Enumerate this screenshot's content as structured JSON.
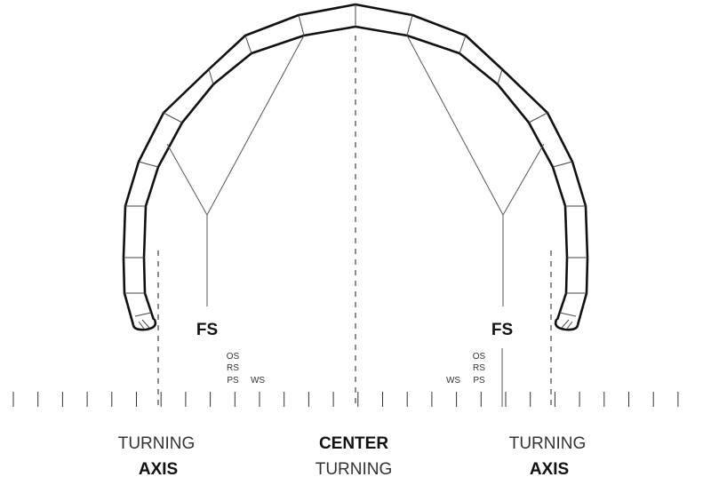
{
  "labels": {
    "fs_left": "FS",
    "fs_right": "FS",
    "left_pos": [
      "OS",
      "RS",
      "PS"
    ],
    "left_ws": "WS",
    "right_pos": [
      "OS",
      "RS",
      "PS"
    ],
    "right_ws": "WS",
    "turning_left_top": "TURNING",
    "turning_left_bottom": "AXIS",
    "center_top": "CENTER",
    "center_bottom": "TURNING",
    "turning_right_top": "TURNING",
    "turning_right_bottom": "AXIS"
  },
  "colors": {
    "outline": "#111111",
    "thin": "#555555",
    "tick": "#333333"
  }
}
